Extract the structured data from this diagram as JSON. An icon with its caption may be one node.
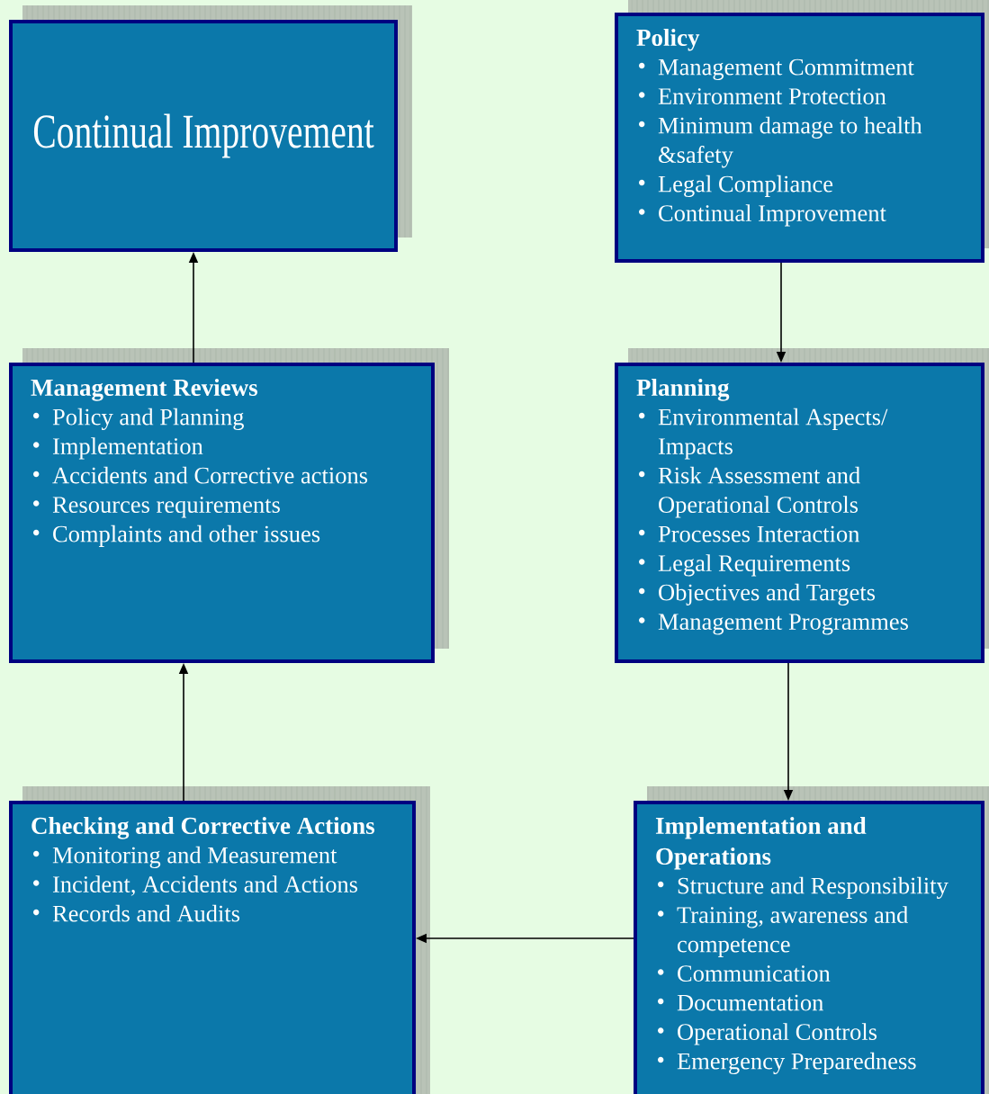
{
  "diagram": {
    "nodes": [
      {
        "text": [
          "Continual Improvement"
        ]
      },
      {
        "text": [
          "Policy",
          "Management Commitment",
          "Environment Protection",
          "Minimum damage to health &safety",
          "Legal Compliance",
          "Continual Improvement"
        ]
      },
      {
        "text": [
          "Management Reviews",
          "Policy and Planning",
          "Implementation",
          "Accidents and Corrective actions",
          "Resources requirements",
          "Complaints and other issues"
        ]
      },
      {
        "text": [
          "Planning",
          "Environmental Aspects/ Impacts",
          "Risk Assessment and Operational Controls",
          "Processes Interaction",
          "Legal Requirements",
          "Objectives and Targets",
          "Management Programmes"
        ]
      },
      {
        "text": [
          "Checking and Corrective Actions",
          "Monitoring and Measurement",
          "Incident, Accidents and Actions",
          "Records and Audits"
        ]
      },
      {
        "text": [
          "Implementation and Operations",
          "Structure and Responsibility",
          "Training, awareness and competence",
          "Communication",
          "Documentation",
          "Operational Controls",
          "Emergency Preparedness"
        ]
      }
    ],
    "edges": [
      {
        "from": 1,
        "to": 3,
        "arrow": "to"
      },
      {
        "from": 3,
        "to": 5,
        "arrow": "to"
      },
      {
        "from": 5,
        "to": 4,
        "arrow": "to"
      },
      {
        "from": 4,
        "to": 2,
        "arrow": "to"
      },
      {
        "from": 2,
        "to": 0,
        "arrow": "to"
      }
    ]
  }
}
